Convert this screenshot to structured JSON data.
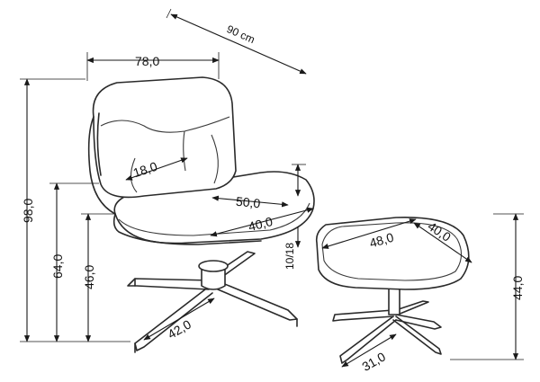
{
  "diagram": {
    "colors": {
      "line": "#2a2a2a",
      "background": "#ffffff"
    },
    "chair": {
      "total_width": "90 cm",
      "backrest_width": "78,0",
      "height_total": "98,0",
      "seat_height": "64,0",
      "armrest_height": "46,0",
      "headrest_depth": "18,0",
      "seat_depth": "50,0",
      "seat_width": "40,0",
      "seat_thickness": "10/18",
      "base_diameter": "42,0"
    },
    "ottoman": {
      "top_width": "48,0",
      "top_depth": "40,0",
      "height": "44,0",
      "base_diameter": "31,0"
    }
  }
}
